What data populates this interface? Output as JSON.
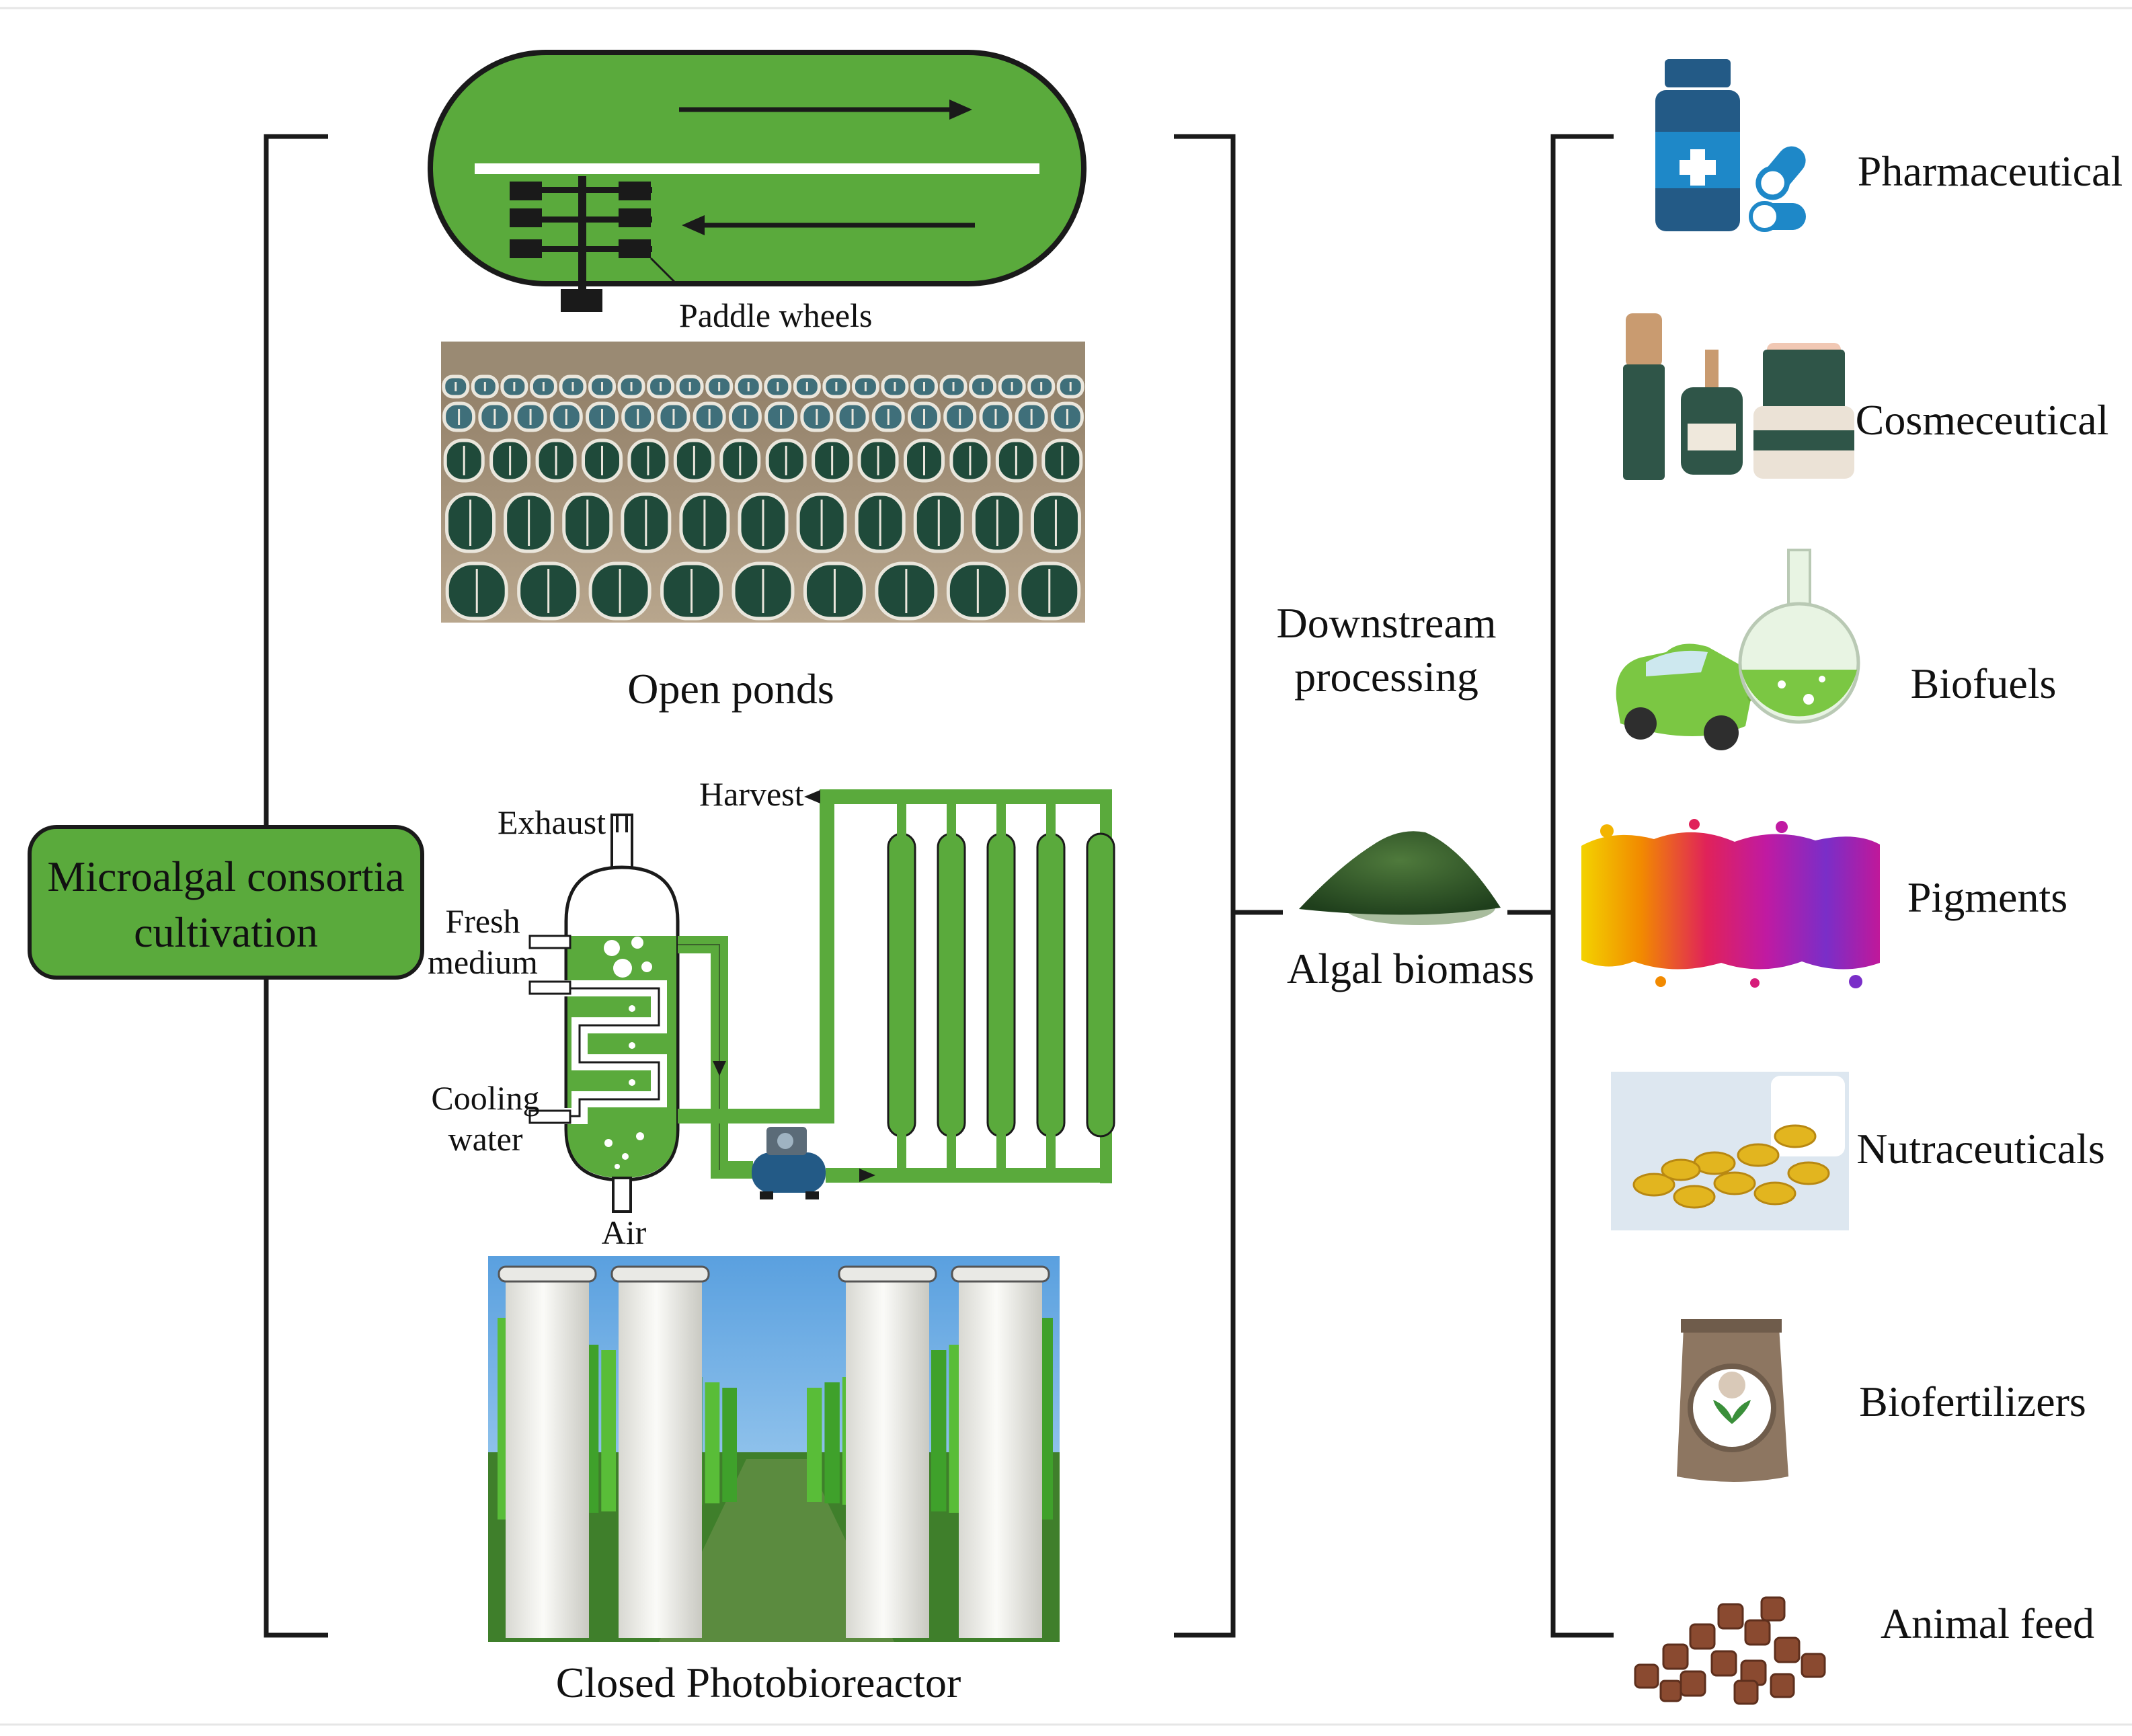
{
  "colors": {
    "green": "#5aaa3c",
    "dark_green": "#3a7d22",
    "algae": "#2e5b2b",
    "line": "#1a1a1a",
    "bottle_blue": "#235a86",
    "accent_blue": "#1e88c8"
  },
  "cultivation": {
    "label_line1": "Microalgal consortia",
    "label_line2": "cultivation"
  },
  "open_ponds": {
    "paddle_label": "Paddle wheels",
    "title": "Open ponds"
  },
  "photobioreactor": {
    "exhaust": "Exhaust",
    "harvest": "Harvest",
    "fresh_line1": "Fresh",
    "fresh_line2": "medium",
    "cooling_line1": "Cooling",
    "cooling_line2": "water",
    "air": "Air",
    "title": "Closed Photobioreactor"
  },
  "center": {
    "downstream_line1": "Downstream",
    "downstream_line2": "processing",
    "biomass": "Algal biomass"
  },
  "applications": [
    {
      "label": "Pharmaceutical",
      "icon": "medicine-bottle-icon"
    },
    {
      "label": "Cosmeceutical",
      "icon": "cosmetic-bottles-icon"
    },
    {
      "label": "Biofuels",
      "icon": "car-flask-icon"
    },
    {
      "label": "Pigments",
      "icon": "color-splash-icon"
    },
    {
      "label": "Nutraceuticals",
      "icon": "capsules-icon"
    },
    {
      "label": "Biofertilizers",
      "icon": "fertilizer-bag-icon"
    },
    {
      "label": "Animal feed",
      "icon": "feed-pellets-icon"
    }
  ]
}
